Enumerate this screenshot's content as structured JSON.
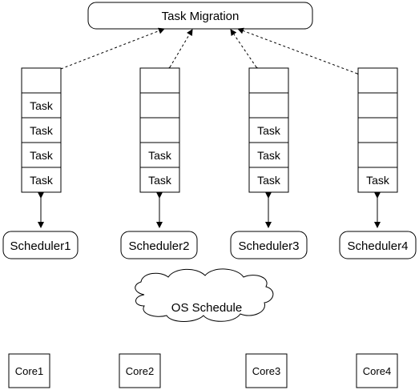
{
  "title": "Task Migration",
  "queues": [
    {
      "slots": [
        "",
        "Task",
        "Task",
        "Task",
        "Task"
      ],
      "scheduler": "Scheduler1"
    },
    {
      "slots": [
        "",
        "",
        "",
        "Task",
        "Task"
      ],
      "scheduler": "Scheduler2"
    },
    {
      "slots": [
        "",
        "",
        "Task",
        "Task",
        "Task"
      ],
      "scheduler": "Scheduler3"
    },
    {
      "slots": [
        "",
        "",
        "",
        "",
        "Task"
      ],
      "scheduler": "Scheduler4"
    }
  ],
  "os_schedule": "OS Schedule",
  "cores": [
    "Core1",
    "Core2",
    "Core3",
    "Core4"
  ]
}
